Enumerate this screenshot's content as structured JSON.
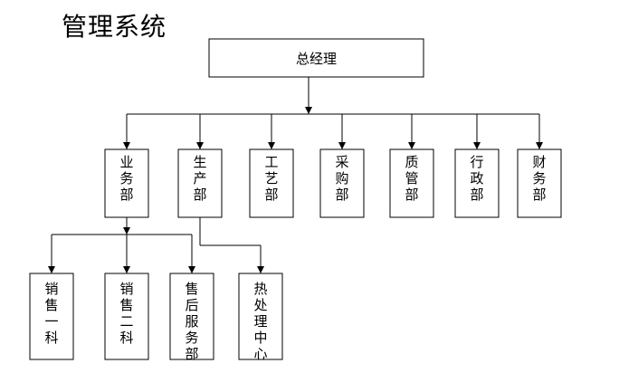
{
  "title": "管理系统",
  "root": {
    "label": "总经理"
  },
  "departments": [
    {
      "id": "yewu",
      "label": "业务部"
    },
    {
      "id": "shengchan",
      "label": "生产部"
    },
    {
      "id": "gongyi",
      "label": "工艺部"
    },
    {
      "id": "caigou",
      "label": "采购部"
    },
    {
      "id": "zhiguan",
      "label": "质管部"
    },
    {
      "id": "xingzheng",
      "label": "行政部"
    },
    {
      "id": "caiwu",
      "label": "财务部"
    }
  ],
  "sub_units": [
    {
      "id": "xiaoshou1",
      "parent": "yewu",
      "label": "销售一科"
    },
    {
      "id": "xiaoshou2",
      "parent": "yewu",
      "label": "销售二科"
    },
    {
      "id": "shouhou",
      "parent": "yewu",
      "label": "售后服务部"
    },
    {
      "id": "rechuli",
      "parent": "shengchan",
      "label": "热处理中心"
    }
  ]
}
